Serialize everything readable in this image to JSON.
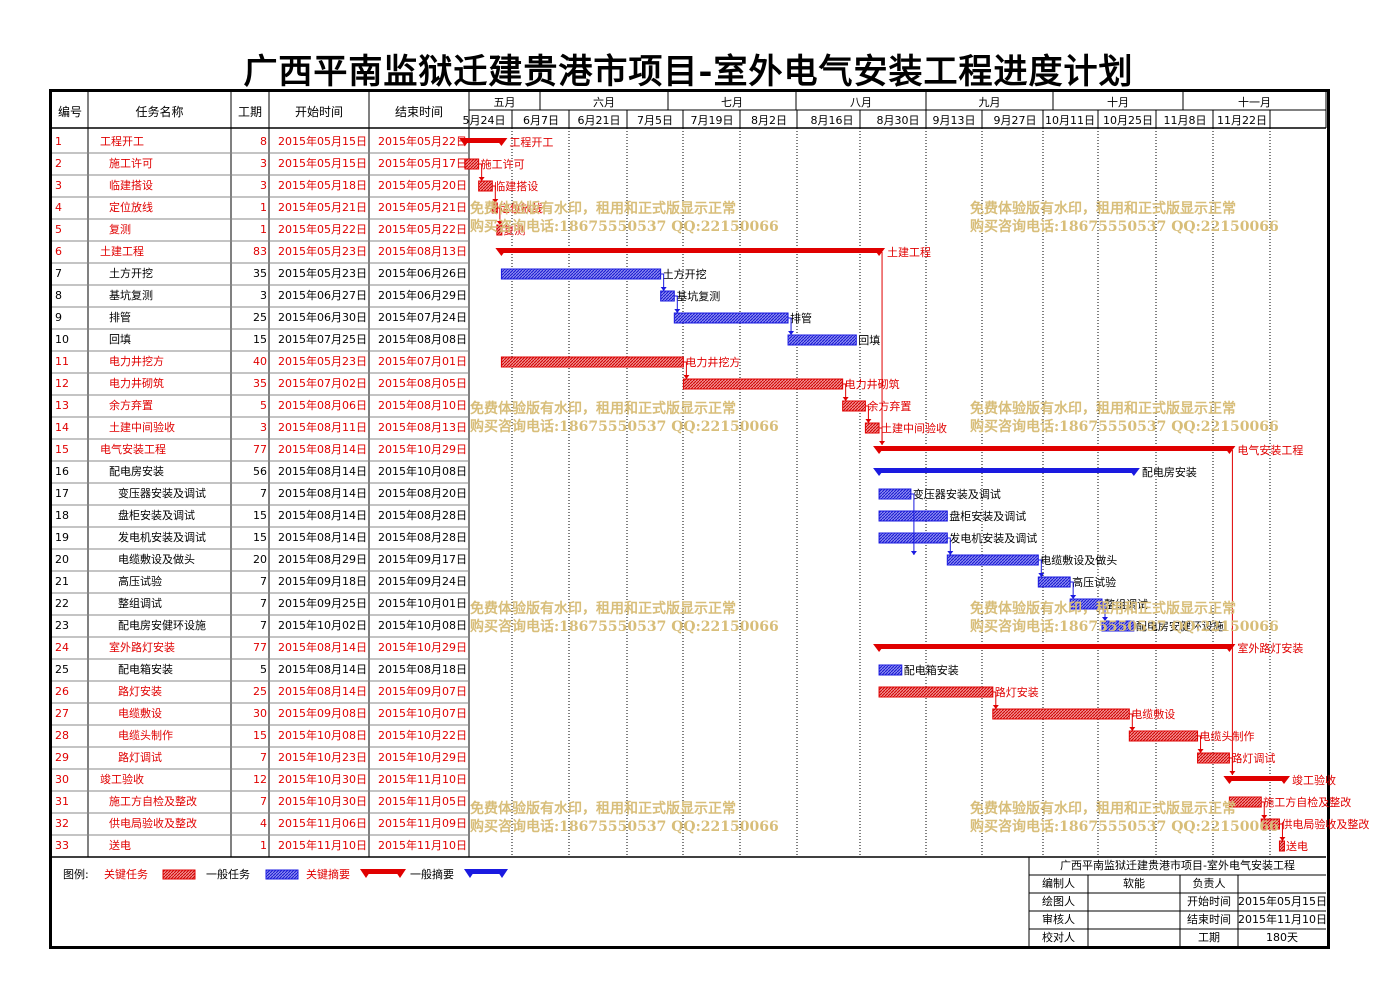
{
  "title": "广西平南监狱迁建贵港市项目-室外电气安装工程进度计划",
  "columns": {
    "id": "编号",
    "name": "任务名称",
    "dur": "工期",
    "start": "开始时间",
    "end": "结束时间"
  },
  "months": [
    "五月",
    "六月",
    "七月",
    "八月",
    "九月",
    "十月",
    "十一月"
  ],
  "weeks": [
    "5月24日",
    "6月7日",
    "6月21日",
    "7月5日",
    "7月19日",
    "8月2日",
    "8月16日",
    "8月30日",
    "9月13日",
    "9月27日",
    "10月11日",
    "10月25日",
    "11月8日",
    "11月22日"
  ],
  "tasks": [
    {
      "id": "1",
      "name": "工程开工",
      "dur": "8",
      "start": "2015年05月15日",
      "end": "2015年05月22日",
      "level": 0,
      "kind": "crit-sum",
      "s": 0,
      "e": 8,
      "label": "工程开工"
    },
    {
      "id": "2",
      "name": "施工许可",
      "dur": "3",
      "start": "2015年05月15日",
      "end": "2015年05月17日",
      "level": 1,
      "kind": "crit",
      "s": 0,
      "e": 3,
      "label": "施工许可"
    },
    {
      "id": "3",
      "name": "临建搭设",
      "dur": "3",
      "start": "2015年05月18日",
      "end": "2015年05月20日",
      "level": 1,
      "kind": "crit",
      "s": 3,
      "e": 6,
      "label": "临建搭设"
    },
    {
      "id": "4",
      "name": "定位放线",
      "dur": "1",
      "start": "2015年05月21日",
      "end": "2015年05月21日",
      "level": 1,
      "kind": "crit",
      "s": 6,
      "e": 7,
      "label": "定位放线"
    },
    {
      "id": "5",
      "name": "复测",
      "dur": "1",
      "start": "2015年05月22日",
      "end": "2015年05月22日",
      "level": 1,
      "kind": "crit",
      "s": 7,
      "e": 8,
      "label": "复测"
    },
    {
      "id": "6",
      "name": "土建工程",
      "dur": "83",
      "start": "2015年05月23日",
      "end": "2015年08月13日",
      "level": 0,
      "kind": "crit-sum",
      "s": 8,
      "e": 91,
      "label": "土建工程"
    },
    {
      "id": "7",
      "name": "土方开挖",
      "dur": "35",
      "start": "2015年05月23日",
      "end": "2015年06月26日",
      "level": 1,
      "kind": "norm",
      "s": 8,
      "e": 43,
      "label": "土方开挖"
    },
    {
      "id": "8",
      "name": "基坑复测",
      "dur": "3",
      "start": "2015年06月27日",
      "end": "2015年06月29日",
      "level": 1,
      "kind": "norm",
      "s": 43,
      "e": 46,
      "label": "基坑复测"
    },
    {
      "id": "9",
      "name": "排管",
      "dur": "25",
      "start": "2015年06月30日",
      "end": "2015年07月24日",
      "level": 1,
      "kind": "norm",
      "s": 46,
      "e": 71,
      "label": "排管"
    },
    {
      "id": "10",
      "name": "回填",
      "dur": "15",
      "start": "2015年07月25日",
      "end": "2015年08月08日",
      "level": 1,
      "kind": "norm",
      "s": 71,
      "e": 86,
      "label": "回填"
    },
    {
      "id": "11",
      "name": "电力井挖方",
      "dur": "40",
      "start": "2015年05月23日",
      "end": "2015年07月01日",
      "level": 1,
      "kind": "crit",
      "s": 8,
      "e": 48,
      "label": "电力井挖方"
    },
    {
      "id": "12",
      "name": "电力井砌筑",
      "dur": "35",
      "start": "2015年07月02日",
      "end": "2015年08月05日",
      "level": 1,
      "kind": "crit",
      "s": 48,
      "e": 83,
      "label": "电力井砌筑"
    },
    {
      "id": "13",
      "name": "余方弃置",
      "dur": "5",
      "start": "2015年08月06日",
      "end": "2015年08月10日",
      "level": 1,
      "kind": "crit",
      "s": 83,
      "e": 88,
      "label": "余方弃置"
    },
    {
      "id": "14",
      "name": "土建中间验收",
      "dur": "3",
      "start": "2015年08月11日",
      "end": "2015年08月13日",
      "level": 1,
      "kind": "crit",
      "s": 88,
      "e": 91,
      "label": "土建中间验收"
    },
    {
      "id": "15",
      "name": "电气安装工程",
      "dur": "77",
      "start": "2015年08月14日",
      "end": "2015年10月29日",
      "level": 0,
      "kind": "crit-sum",
      "s": 91,
      "e": 168,
      "label": "电气安装工程"
    },
    {
      "id": "16",
      "name": "配电房安装",
      "dur": "56",
      "start": "2015年08月14日",
      "end": "2015年10月08日",
      "level": 1,
      "kind": "norm-sum",
      "s": 91,
      "e": 147,
      "label": "配电房安装"
    },
    {
      "id": "17",
      "name": "变压器安装及调试",
      "dur": "7",
      "start": "2015年08月14日",
      "end": "2015年08月20日",
      "level": 2,
      "kind": "norm",
      "s": 91,
      "e": 98,
      "label": "变压器安装及调试"
    },
    {
      "id": "18",
      "name": "盘柜安装及调试",
      "dur": "15",
      "start": "2015年08月14日",
      "end": "2015年08月28日",
      "level": 2,
      "kind": "norm",
      "s": 91,
      "e": 106,
      "label": "盘柜安装及调试"
    },
    {
      "id": "19",
      "name": "发电机安装及调试",
      "dur": "15",
      "start": "2015年08月14日",
      "end": "2015年08月28日",
      "level": 2,
      "kind": "norm",
      "s": 91,
      "e": 106,
      "label": "发电机安装及调试"
    },
    {
      "id": "20",
      "name": "电缆敷设及做头",
      "dur": "20",
      "start": "2015年08月29日",
      "end": "2015年09月17日",
      "level": 2,
      "kind": "norm",
      "s": 106,
      "e": 126,
      "label": "电缆敷设及做头"
    },
    {
      "id": "21",
      "name": "高压试验",
      "dur": "7",
      "start": "2015年09月18日",
      "end": "2015年09月24日",
      "level": 2,
      "kind": "norm",
      "s": 126,
      "e": 133,
      "label": "高压试验"
    },
    {
      "id": "22",
      "name": "整组调试",
      "dur": "7",
      "start": "2015年09月25日",
      "end": "2015年10月01日",
      "level": 2,
      "kind": "norm",
      "s": 133,
      "e": 140,
      "label": "整组调试"
    },
    {
      "id": "23",
      "name": "配电房安健环设施",
      "dur": "7",
      "start": "2015年10月02日",
      "end": "2015年10月08日",
      "level": 2,
      "kind": "norm",
      "s": 140,
      "e": 147,
      "label": "配电房安健环设施"
    },
    {
      "id": "24",
      "name": "室外路灯安装",
      "dur": "77",
      "start": "2015年08月14日",
      "end": "2015年10月29日",
      "level": 1,
      "kind": "crit-sum",
      "s": 91,
      "e": 168,
      "label": "室外路灯安装"
    },
    {
      "id": "25",
      "name": "配电箱安装",
      "dur": "5",
      "start": "2015年08月14日",
      "end": "2015年08月18日",
      "level": 2,
      "kind": "norm",
      "s": 91,
      "e": 96,
      "label": "配电箱安装"
    },
    {
      "id": "26",
      "name": "路灯安装",
      "dur": "25",
      "start": "2015年08月14日",
      "end": "2015年09月07日",
      "level": 2,
      "kind": "crit",
      "s": 91,
      "e": 116,
      "label": "路灯安装"
    },
    {
      "id": "27",
      "name": "电缆敷设",
      "dur": "30",
      "start": "2015年09月08日",
      "end": "2015年10月07日",
      "level": 2,
      "kind": "crit",
      "s": 116,
      "e": 146,
      "label": "电缆敷设"
    },
    {
      "id": "28",
      "name": "电缆头制作",
      "dur": "15",
      "start": "2015年10月08日",
      "end": "2015年10月22日",
      "level": 2,
      "kind": "crit",
      "s": 146,
      "e": 161,
      "label": "电缆头制作"
    },
    {
      "id": "29",
      "name": "路灯调试",
      "dur": "7",
      "start": "2015年10月23日",
      "end": "2015年10月29日",
      "level": 2,
      "kind": "crit",
      "s": 161,
      "e": 168,
      "label": "路灯调试"
    },
    {
      "id": "30",
      "name": "竣工验收",
      "dur": "12",
      "start": "2015年10月30日",
      "end": "2015年11月10日",
      "level": 0,
      "kind": "crit-sum",
      "s": 168,
      "e": 180,
      "label": "竣工验收"
    },
    {
      "id": "31",
      "name": "施工方自检及整改",
      "dur": "7",
      "start": "2015年10月30日",
      "end": "2015年11月05日",
      "level": 1,
      "kind": "crit",
      "s": 168,
      "e": 175,
      "label": "施工方自检及整改"
    },
    {
      "id": "32",
      "name": "供电局验收及整改",
      "dur": "4",
      "start": "2015年11月06日",
      "end": "2015年11月09日",
      "level": 1,
      "kind": "crit",
      "s": 175,
      "e": 179,
      "label": "供电局验收及整改"
    },
    {
      "id": "33",
      "name": "送电",
      "dur": "1",
      "start": "2015年11月10日",
      "end": "2015年11月10日",
      "level": 1,
      "kind": "crit",
      "s": 179,
      "e": 180,
      "label": "送电"
    }
  ],
  "legend": {
    "label": "图例:",
    "crit": "关键任务",
    "norm": "一般任务",
    "crit_sum": "关键摘要",
    "norm_sum": "一般摘要",
    "crit_color": "#e00000",
    "norm_color": "#1a1ae0"
  },
  "watermark": {
    "line1": "免费体验版有水印，租用和正式版显示正常",
    "line2": "购买咨询电话:18675550537 QQ:22150066"
  },
  "info": {
    "project": "广西平南监狱迁建贵港市项目-室外电气安装工程",
    "rows": [
      {
        "k1": "编制人",
        "v1": "软能",
        "k2": "负责人",
        "v2": ""
      },
      {
        "k1": "绘图人",
        "v1": "",
        "k2": "开始时间",
        "v2": "2015年05月15日"
      },
      {
        "k1": "审核人",
        "v1": "",
        "k2": "结束时间",
        "v2": "2015年11月10日"
      },
      {
        "k1": "校对人",
        "v1": "",
        "k2": "工期",
        "v2": "180天"
      }
    ]
  }
}
